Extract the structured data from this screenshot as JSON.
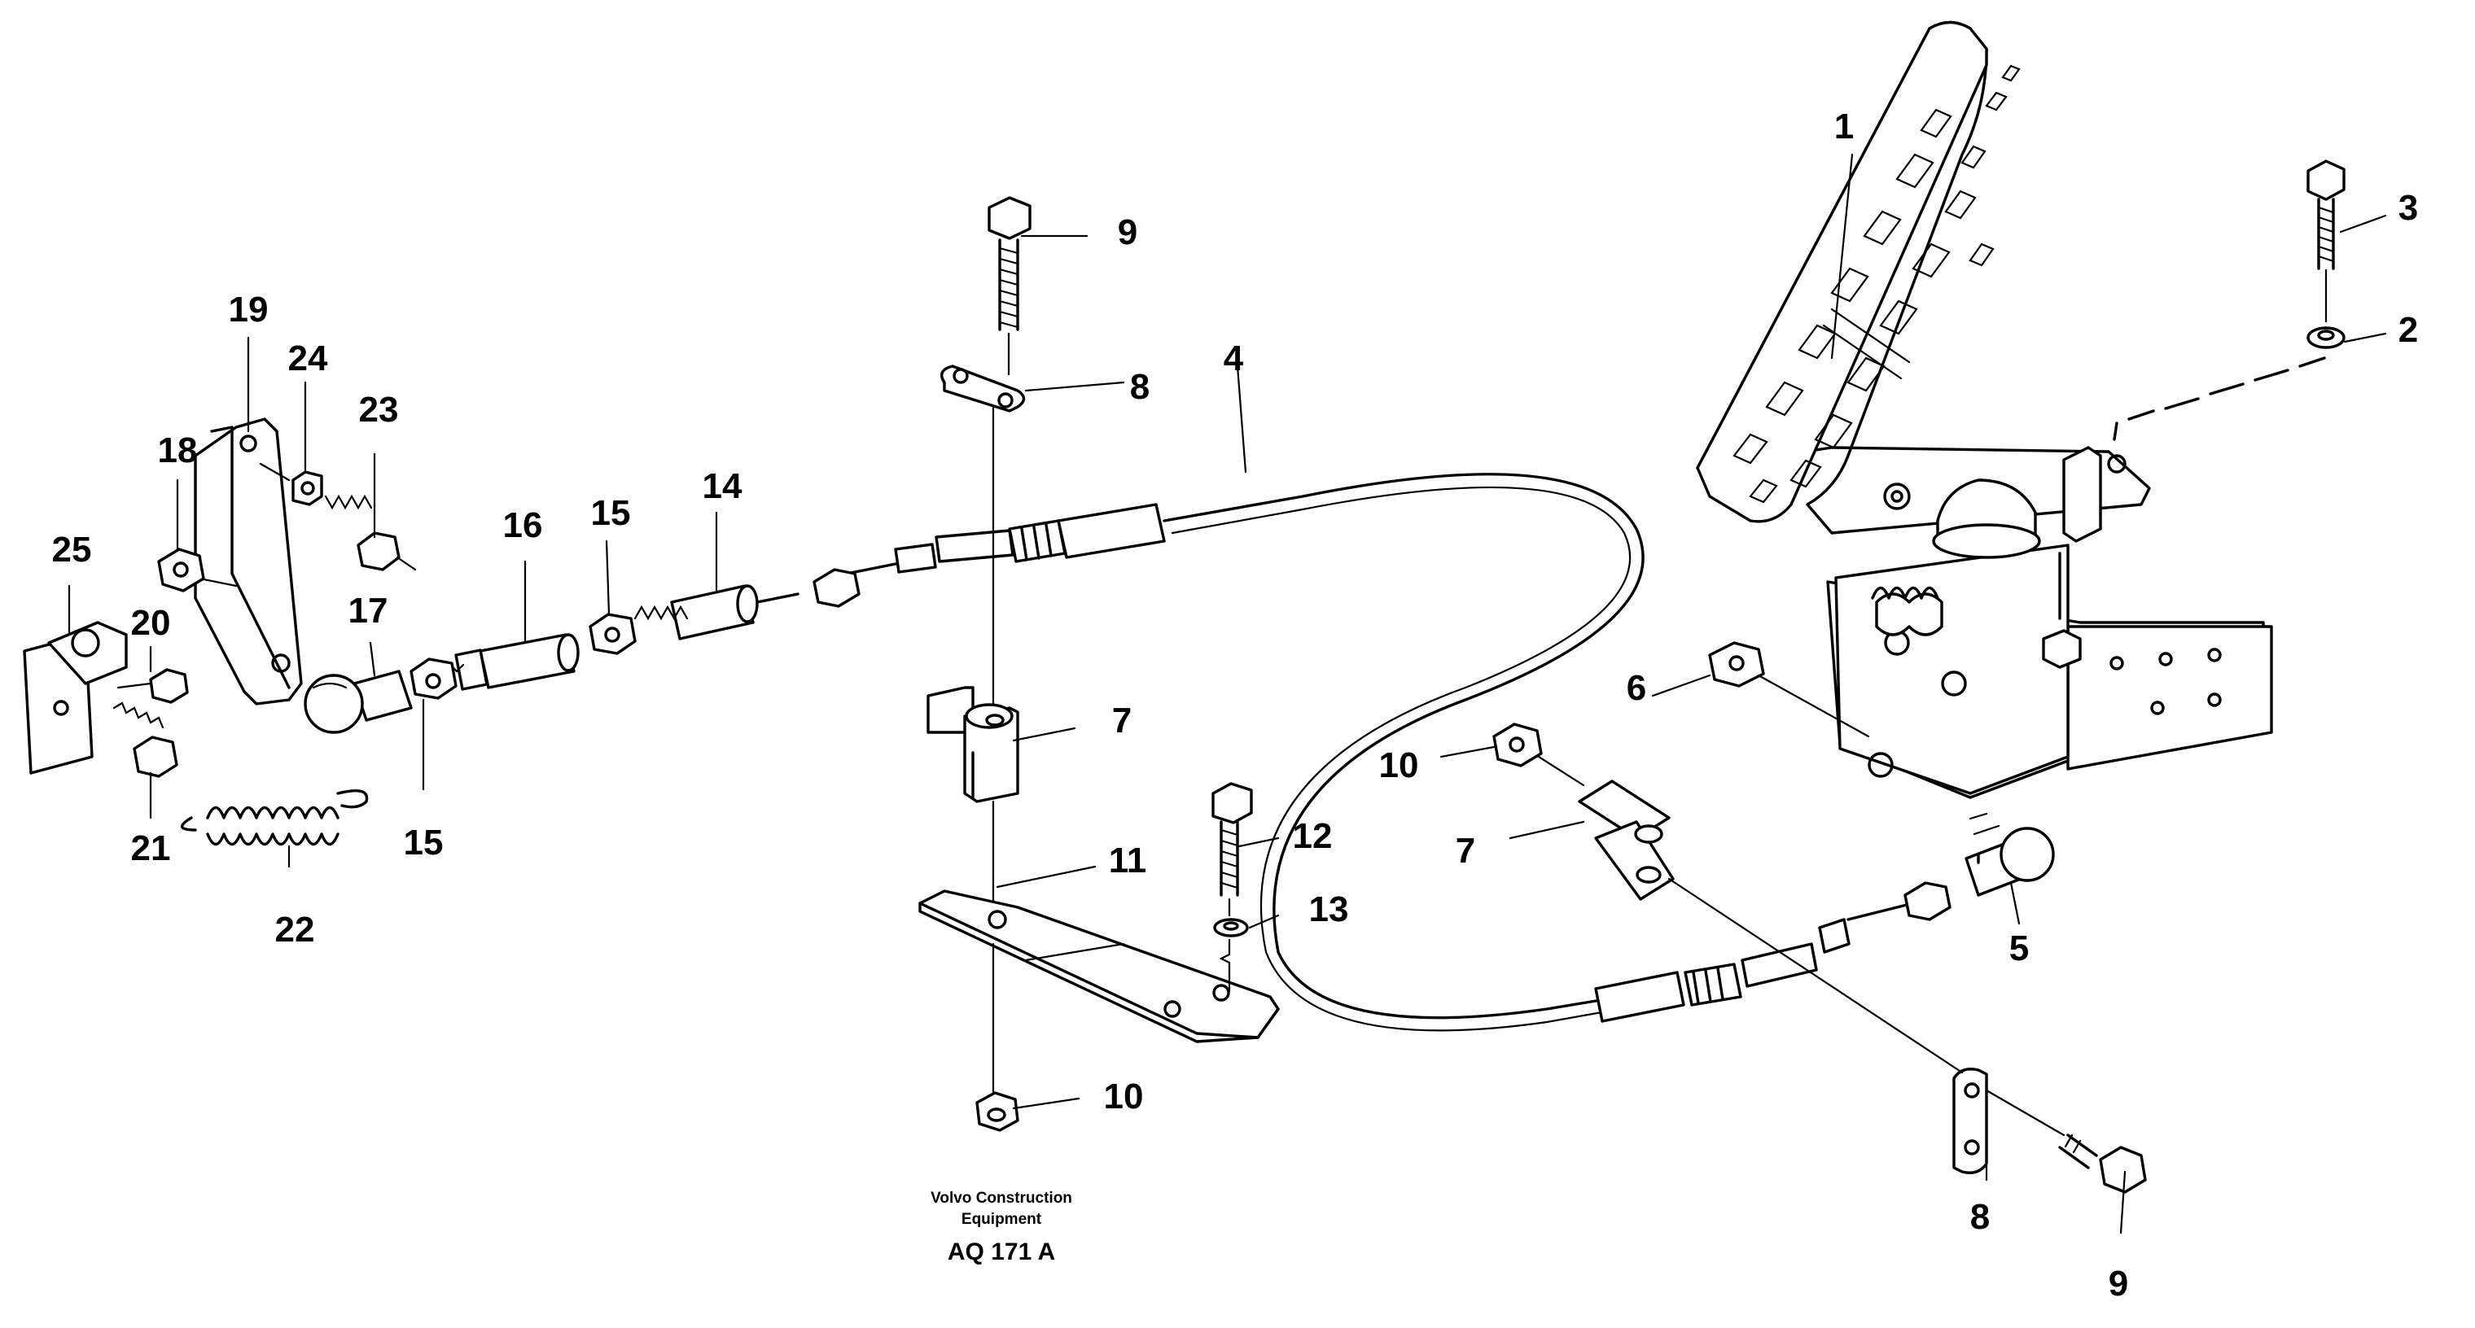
{
  "labels": {
    "l1": "1",
    "l2": "2",
    "l3": "3",
    "l4": "4",
    "l5": "5",
    "l6": "6",
    "l7a": "7",
    "l7b": "7",
    "l8a": "8",
    "l8b": "8",
    "l9a": "9",
    "l9b": "9",
    "l10a": "10",
    "l10b": "10",
    "l11": "11",
    "l12": "12",
    "l13": "13",
    "l14": "14",
    "l15a": "15",
    "l15b": "15",
    "l16": "16",
    "l17": "17",
    "l18": "18",
    "l19": "19",
    "l20": "20",
    "l21": "21",
    "l22": "22",
    "l23": "23",
    "l24": "24",
    "l25": "25"
  },
  "caption": {
    "company_line1": "Volvo Construction",
    "company_line2": "Equipment",
    "drawing_code": "AQ 171 A"
  }
}
